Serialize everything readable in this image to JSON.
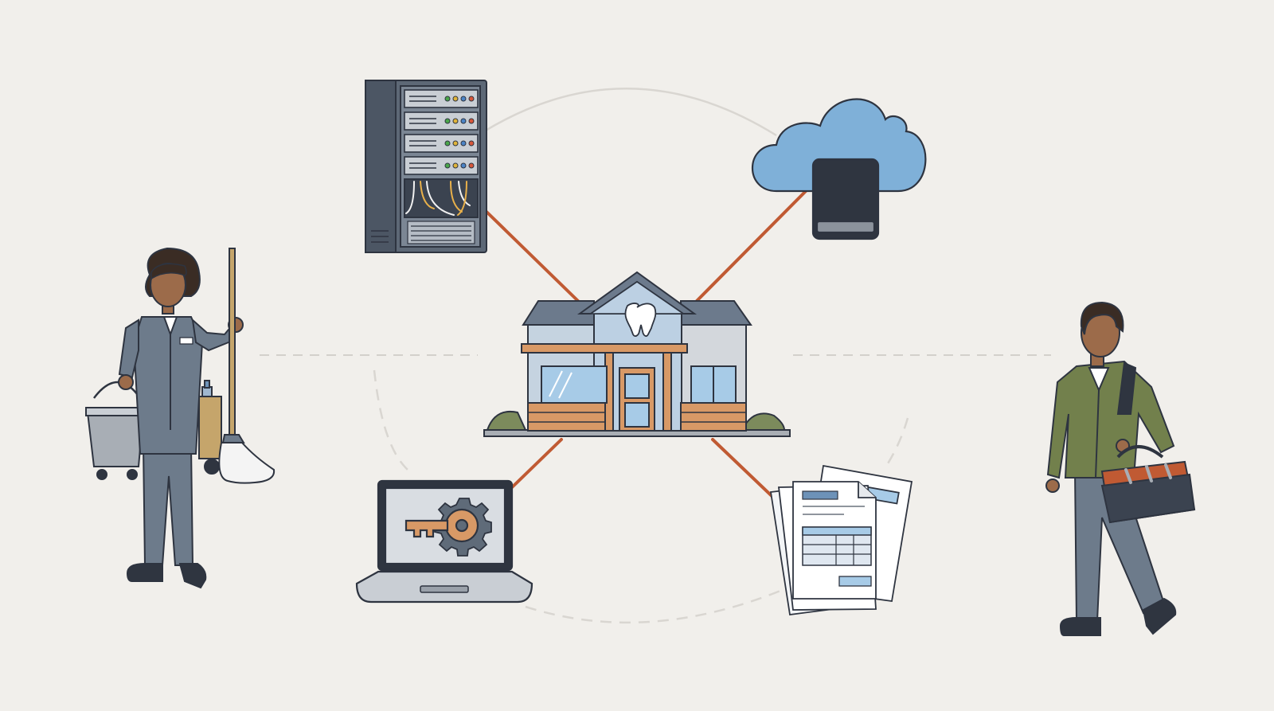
{
  "diagram": {
    "hub": {
      "name": "dental-office",
      "icon": "tooth-icon"
    },
    "nodes": [
      {
        "id": "server-rack",
        "icon": "server-rack-icon"
      },
      {
        "id": "cloud-storage",
        "icon": "cloud-drive-icon"
      },
      {
        "id": "laptop-credentials",
        "icon": "laptop-key-gear-icon"
      },
      {
        "id": "paper-documents",
        "icon": "documents-icon"
      }
    ],
    "people": [
      {
        "id": "cleaning-staff",
        "icon": "janitor-icon"
      },
      {
        "id": "repair-technician",
        "icon": "technician-icon"
      }
    ],
    "colors": {
      "background": "#f1efeb",
      "connector": "#c05a33",
      "outline": "#2e3440",
      "cloud": "#7fb0d8",
      "dashed": "#d3d0cb"
    }
  }
}
